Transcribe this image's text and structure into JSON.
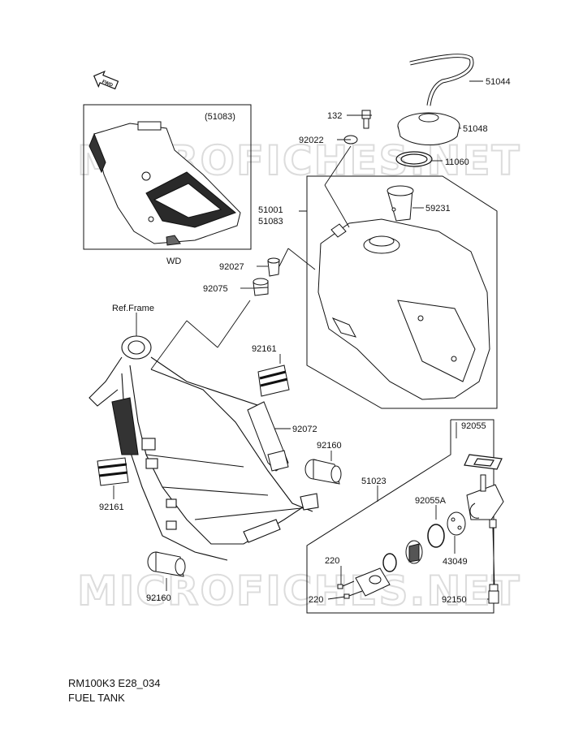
{
  "watermark": "MICROFICHES.NET",
  "fwd": "FWD",
  "inset": {
    "ref": "(51083)",
    "caption": "WD"
  },
  "labels": {
    "p51044": "51044",
    "p132": "132",
    "p51048": "51048",
    "p92022": "92022",
    "p11060": "11060",
    "p51001": "51001",
    "p51083": "51083",
    "p59231": "59231",
    "p92027": "92027",
    "p92075": "92075",
    "ref_frame": "Ref.Frame",
    "p92161_a": "92161",
    "p92072": "92072",
    "p92160_a": "92160",
    "p92055": "92055",
    "p51023": "51023",
    "p92055A": "92055A",
    "p92161_b": "92161",
    "p43049": "43049",
    "p220_a": "220",
    "p220_b": "220",
    "p92150": "92150",
    "p92160_b": "92160"
  },
  "footer": {
    "code": "RM100K3 E28_034",
    "title": "FUEL TANK"
  }
}
